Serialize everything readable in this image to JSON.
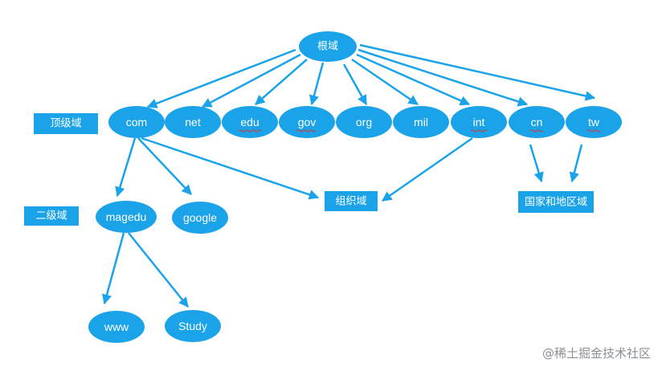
{
  "nodes": {
    "root": "根域",
    "com": "com",
    "net": "net",
    "edu": "edu",
    "gov": "gov",
    "org": "org",
    "mil": "mil",
    "int": "int",
    "cn": "cn",
    "tw": "tw",
    "magedu": "magedu",
    "google": "google",
    "www": "www",
    "study": "Study"
  },
  "labels": {
    "top_level": "顶级域",
    "second_level": "二级域",
    "organization": "组织域",
    "country": "国家和地区域"
  },
  "watermark": "@稀土掘金技术社区",
  "colors": {
    "node": "#1aa3e8",
    "edge": "#1aa3e8",
    "text": "#ffffff"
  }
}
